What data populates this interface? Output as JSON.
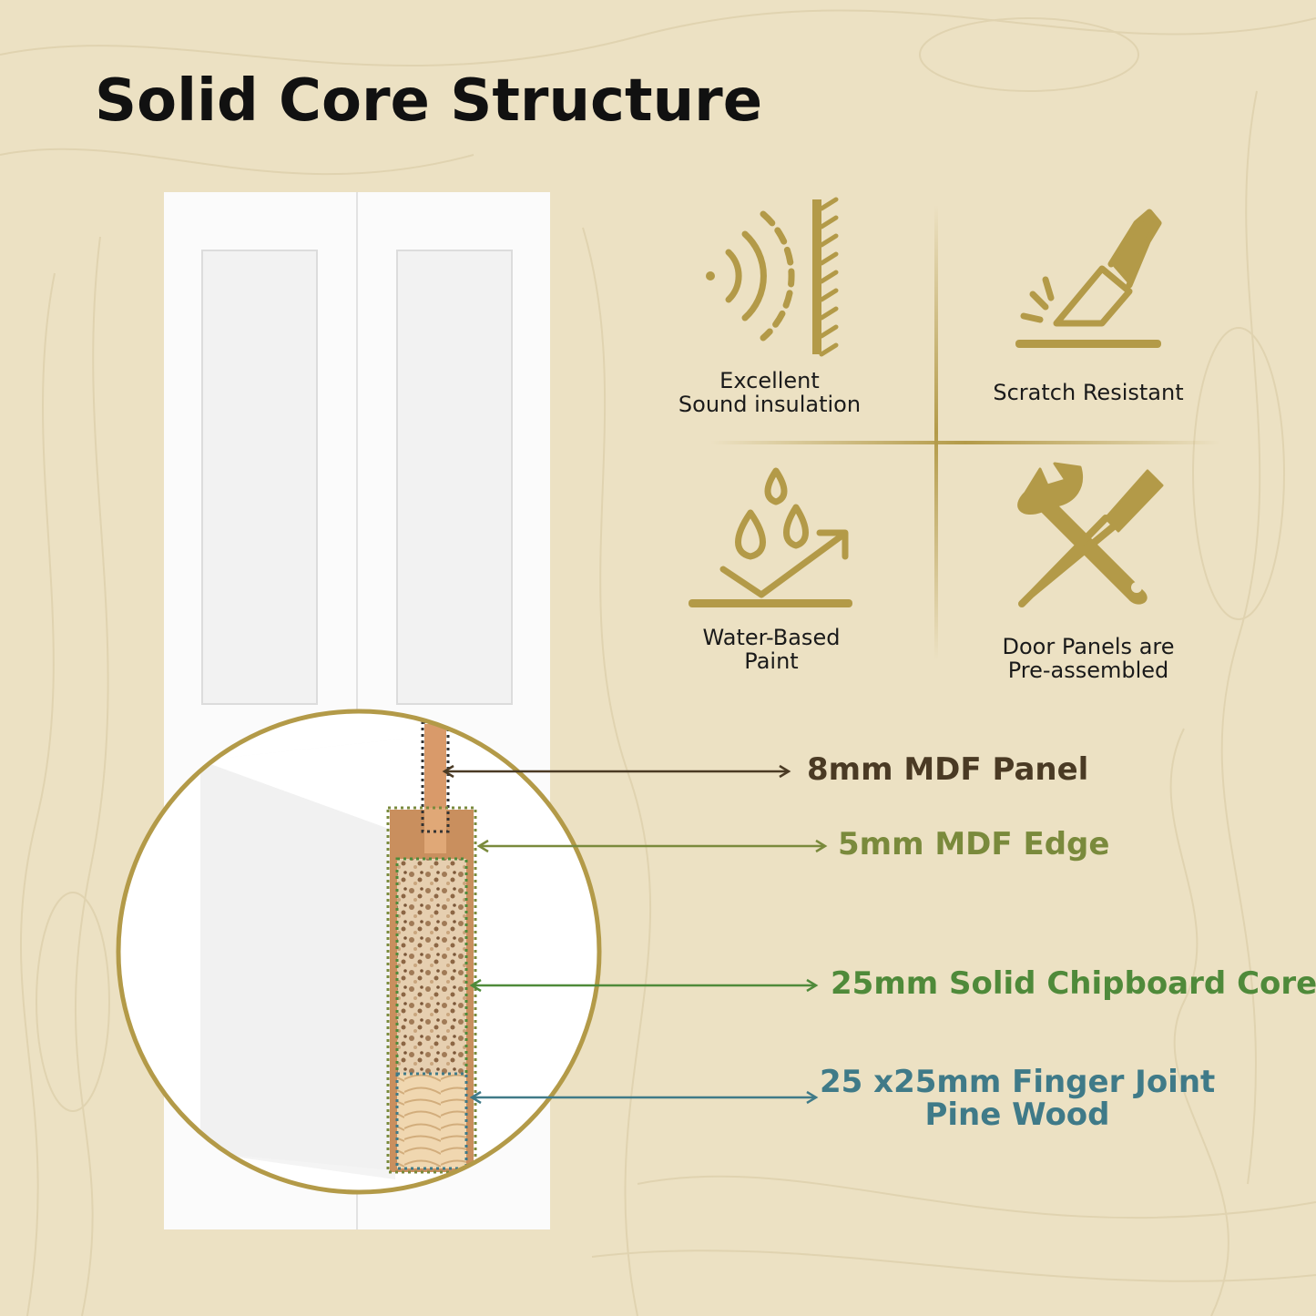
{
  "title": "Solid Core Structure",
  "colors": {
    "background": "#ece1c3",
    "gold": "#b39a48",
    "mdf_panel": "#4a3a24",
    "mdf_edge": "#7a8a3c",
    "chipboard": "#4f8a3a",
    "pine": "#3f7a88"
  },
  "features": [
    {
      "icon": "sound-wave-icon",
      "lines": [
        "Excellent",
        "Sound insulation"
      ]
    },
    {
      "icon": "knife-scratch-icon",
      "lines": [
        "Scratch Resistant"
      ]
    },
    {
      "icon": "water-drops-icon",
      "lines": [
        "Water-Based",
        "Paint"
      ]
    },
    {
      "icon": "wrench-screwdriver-icon",
      "lines": [
        "Door Panels are",
        "Pre-assembled"
      ]
    }
  ],
  "callouts": [
    {
      "lines": [
        "8mm MDF Panel"
      ]
    },
    {
      "lines": [
        "5mm MDF Edge"
      ]
    },
    {
      "lines": [
        "25mm Solid Chipboard Core"
      ]
    },
    {
      "lines": [
        "25 x25mm Finger Joint",
        "Pine Wood"
      ]
    }
  ]
}
